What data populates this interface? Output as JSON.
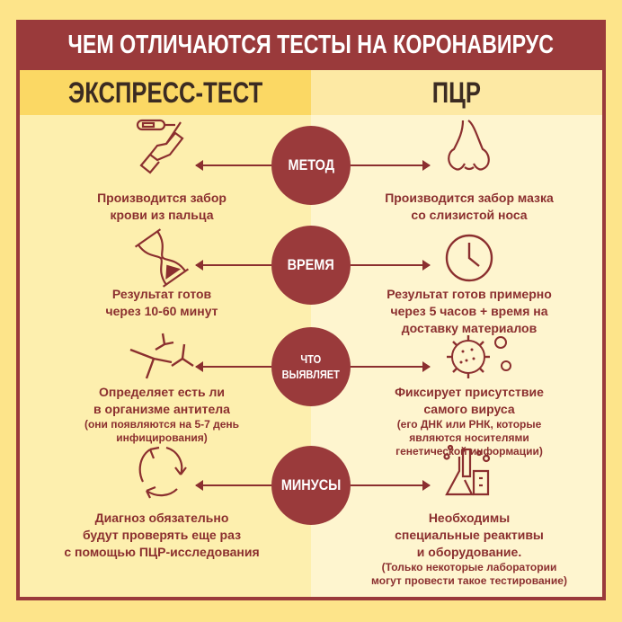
{
  "title": "ЧЕМ ОТЛИЧАЮТСЯ ТЕСТЫ НА КОРОНАВИРУС",
  "columns": {
    "left": "ЭКСПРЕСС-ТЕСТ",
    "right": "ПЦР"
  },
  "rows": [
    {
      "label": [
        "МЕТОД"
      ],
      "left_icon": "finger-prick-icon",
      "right_icon": "nose-icon",
      "left": [
        "Производится забор",
        "крови из пальца"
      ],
      "left_note": [],
      "right": [
        "Производится забор мазка",
        "со слизистой носа"
      ],
      "right_note": []
    },
    {
      "label": [
        "ВРЕМЯ"
      ],
      "left_icon": "hourglass-icon",
      "right_icon": "clock-icon",
      "left": [
        "Результат готов",
        "через 10-60 минут"
      ],
      "left_note": [],
      "right": [
        "Результат готов примерно",
        "через 5 часов + время на",
        "доставку материалов"
      ],
      "right_note": []
    },
    {
      "label": [
        "ЧТО",
        "ВЫЯВЛЯЕТ"
      ],
      "left_icon": "antibodies-icon",
      "right_icon": "virus-icon",
      "left": [
        "Определяет есть ли",
        "в организме антитела"
      ],
      "left_note": [
        "(они появляются на 5-7 день",
        "инфицирования)"
      ],
      "right": [
        "Фиксирует присутствие",
        "самого вируса"
      ],
      "right_note": [
        "(его ДНК или РНК, которые",
        "являются носителями",
        "генетической информации)"
      ]
    },
    {
      "label": [
        "МИНУСЫ"
      ],
      "left_icon": "recycle-arrows-icon",
      "right_icon": "lab-flasks-icon",
      "left": [
        "Диагноз обязательно",
        "будут проверять еще раз",
        "с помощью ПЦР-исследования"
      ],
      "left_note": [],
      "right": [
        "Необходимы",
        "специальные реактивы",
        "и оборудование."
      ],
      "right_note": [
        "(Только некоторые лаборатории",
        "могут провести такое тестирование)"
      ]
    }
  ],
  "colors": {
    "maroon": "#9a3a3b",
    "text": "#8b2f2f",
    "background": "#fde48a"
  }
}
